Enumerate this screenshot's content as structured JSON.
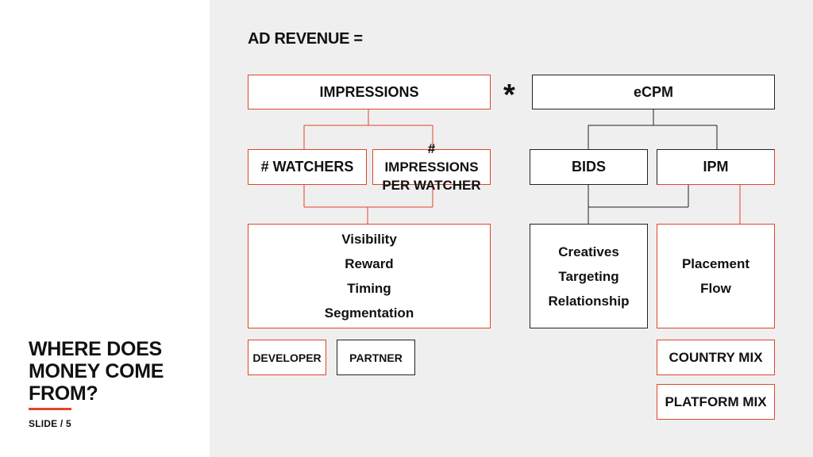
{
  "slide": {
    "title": "WHERE DOES MONEY COME FROM?",
    "number": "SLIDE / 5"
  },
  "diagram": {
    "formula": "AD REVENUE =",
    "multiply_symbol": "*",
    "impressions": {
      "label": "IMPRESSIONS",
      "watchers": "# WATCHERS",
      "per_watcher": "# IMPRESSIONS PER WATCHER",
      "factors": [
        "Visibility",
        "Reward",
        "Timing",
        "Segmentation"
      ],
      "developer": "DEVELOPER",
      "partner": "PARTNER"
    },
    "ecpm": {
      "label": "eCPM",
      "bids": "BIDS",
      "ipm": "IPM",
      "bids_factors": [
        "Creatives",
        "Targeting",
        "Relationship"
      ],
      "ipm_factors": [
        "Placement",
        "Flow"
      ],
      "country_mix": "COUNTRY MIX",
      "platform_mix": "PLATFORM MIX"
    },
    "colors": {
      "accent": "#e0452b",
      "dark": "#222222",
      "panel": "#efefef"
    }
  }
}
